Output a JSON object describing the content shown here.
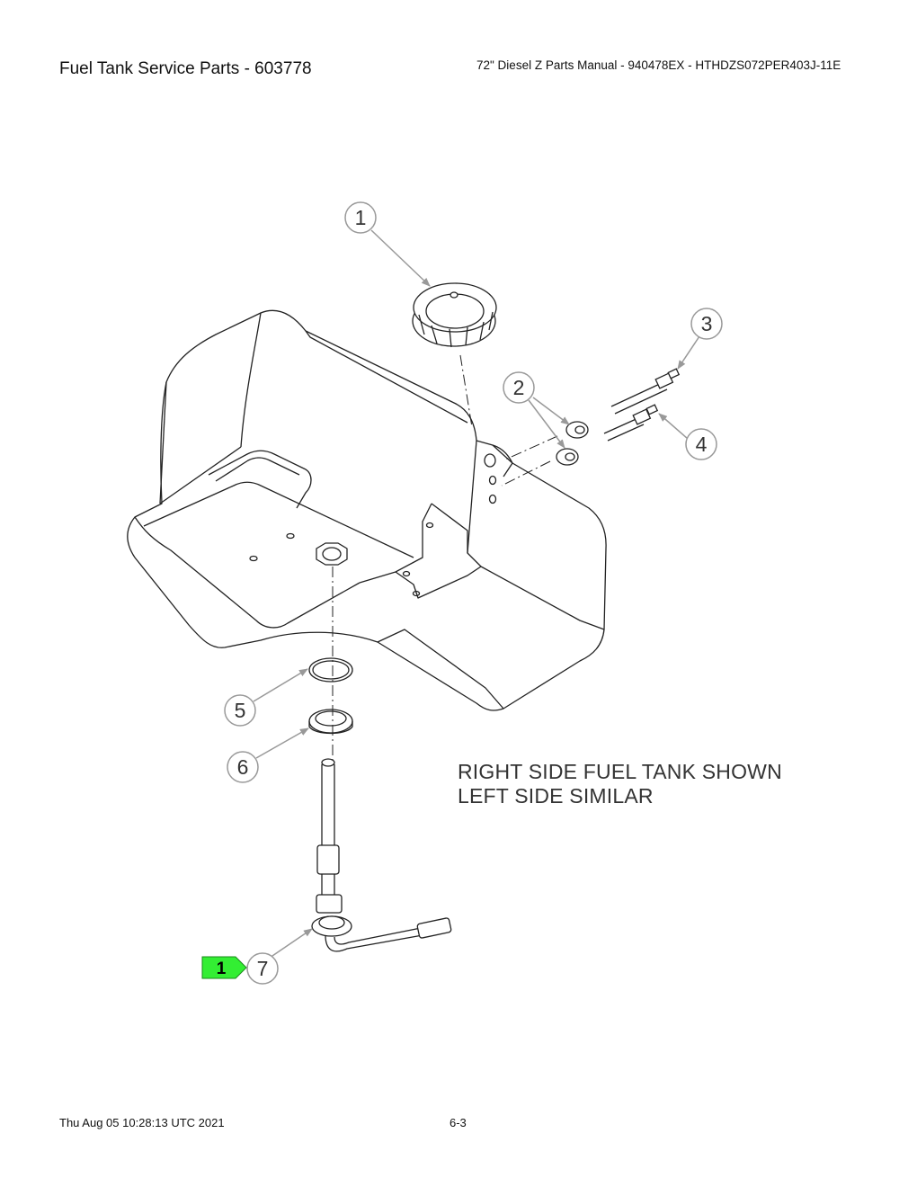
{
  "header": {
    "title": "Fuel Tank Service Parts - 603778",
    "manual": "72\" Diesel Z Parts Manual - 940478EX - HTHDZS072PER403J-11E"
  },
  "diagram": {
    "note_line1": "RIGHT SIDE FUEL TANK SHOWN",
    "note_line2": "LEFT SIDE SIMILAR",
    "callouts": [
      "1",
      "2",
      "3",
      "4",
      "5",
      "6",
      "7"
    ],
    "flag": {
      "label": "1",
      "color": "#33ee33"
    }
  },
  "footer": {
    "date": "Thu Aug 05 10:28:13 UTC 2021",
    "page": "6-3"
  }
}
